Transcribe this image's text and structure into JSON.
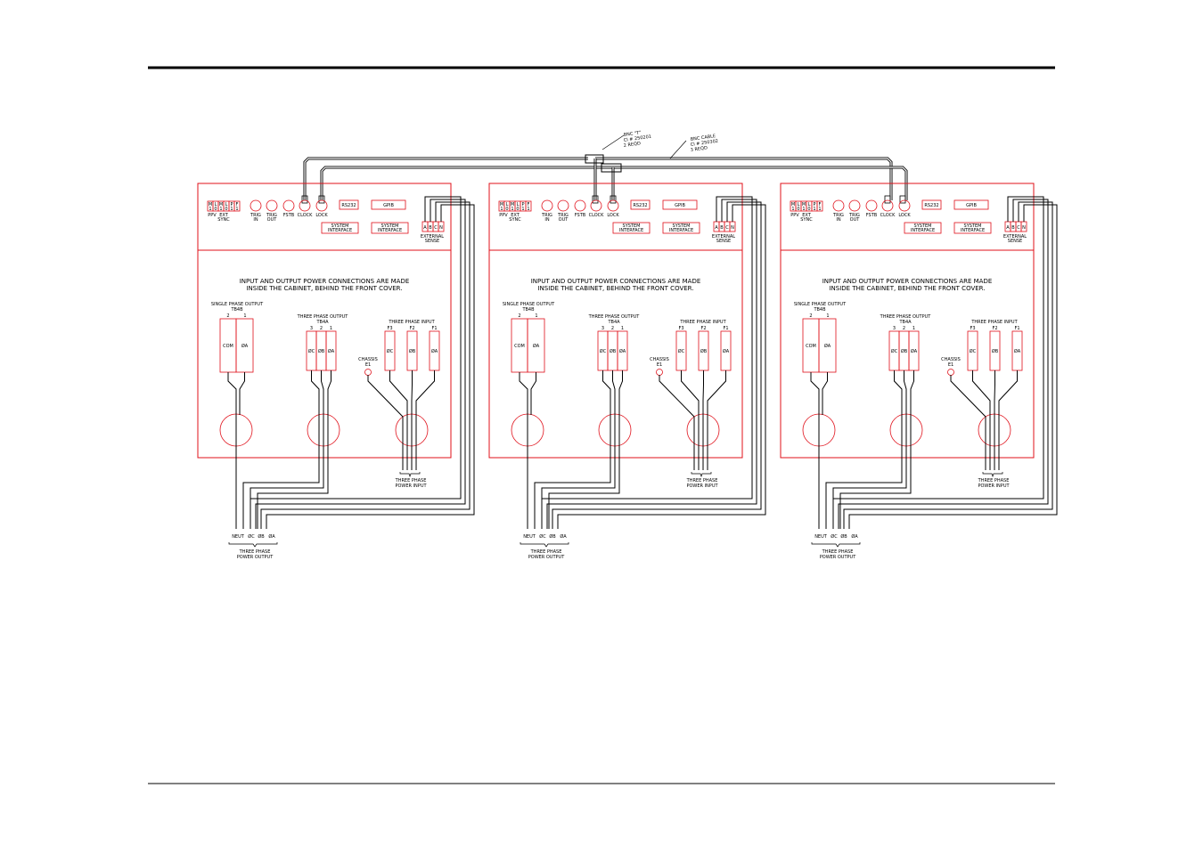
{
  "page": {
    "rule_color": "#000000"
  },
  "callouts": {
    "bnc_tee": [
      "BNC \"T\"",
      "CI # 250201",
      "2 REQD"
    ],
    "bnc_cable": [
      "BNC CABLE",
      "CI # 250302",
      "3 REQD"
    ]
  },
  "unit": {
    "panel_color": "#e0101a",
    "wire_color": "#000000",
    "jumper_labels": [
      "M",
      "L",
      "M",
      "L",
      "P",
      "F"
    ],
    "jumper_digits": [
      "1",
      "0",
      "1",
      "0",
      "1",
      "1"
    ],
    "ppv_label": "PPV",
    "ext_sync_label": [
      "EXT",
      "SYNC"
    ],
    "trig_in_label": [
      "TRIG",
      "IN"
    ],
    "trig_out_label": [
      "TRIG",
      "OUT"
    ],
    "fstb_label": "FSTB",
    "clock_label": "CLOCK",
    "lock_label": "LOCK",
    "rs232_label": "RS232",
    "gpib_label": "GPIB",
    "system_interface_label": [
      "SYSTEM",
      "INTERFACE"
    ],
    "sense_terminals": [
      "A",
      "B",
      "C",
      "N"
    ],
    "external_sense_label": [
      "EXTERNAL",
      "SENSE"
    ],
    "notice": [
      "INPUT AND OUTPUT POWER CONNECTIONS ARE MADE",
      "INSIDE THE CABINET, BEHIND THE FRONT COVER."
    ],
    "single_phase_output_label": [
      "SINGLE PHASE OUTPUT",
      "TB4B"
    ],
    "single_phase_terms": [
      "2",
      "1"
    ],
    "single_phase_blocks": [
      "COM",
      "ØA"
    ],
    "three_phase_output_label": [
      "THREE PHASE OUTPUT",
      "TB4A"
    ],
    "three_phase_output_terms": [
      "3",
      "2",
      "1"
    ],
    "three_phase_output_blocks": [
      "ØC",
      "ØB",
      "ØA"
    ],
    "chassis_label": [
      "CHASSIS",
      "E1"
    ],
    "three_phase_input_label": "THREE PHASE INPUT",
    "three_phase_input_terms": [
      "F3",
      "F2",
      "F1"
    ],
    "three_phase_input_blocks": [
      "ØC",
      "ØB",
      "ØA"
    ],
    "power_input_label": [
      "THREE PHASE",
      "POWER INPUT"
    ],
    "output_wire_labels": [
      "NEUT",
      "ØC",
      "ØB",
      "ØA"
    ],
    "power_output_label": [
      "THREE PHASE",
      "POWER OUTPUT"
    ]
  }
}
